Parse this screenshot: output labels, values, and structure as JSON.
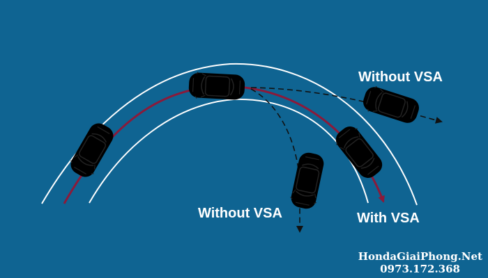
{
  "labels": {
    "top_right": "Without VSA",
    "bottom_middle": "Without VSA",
    "bottom_right": "With VSA"
  },
  "watermark": {
    "site": "HondaGiaiPhong.Net",
    "phone": "0973.172.368"
  },
  "colors": {
    "background": "#0f6492",
    "road_edge": "#ffffff",
    "path_with_vsa": "#8b1a3a",
    "path_without_vsa": "#111111",
    "car_normal": "#d4d6d8",
    "car_skidding": "#f0d27a",
    "car_outline": "#222222"
  }
}
